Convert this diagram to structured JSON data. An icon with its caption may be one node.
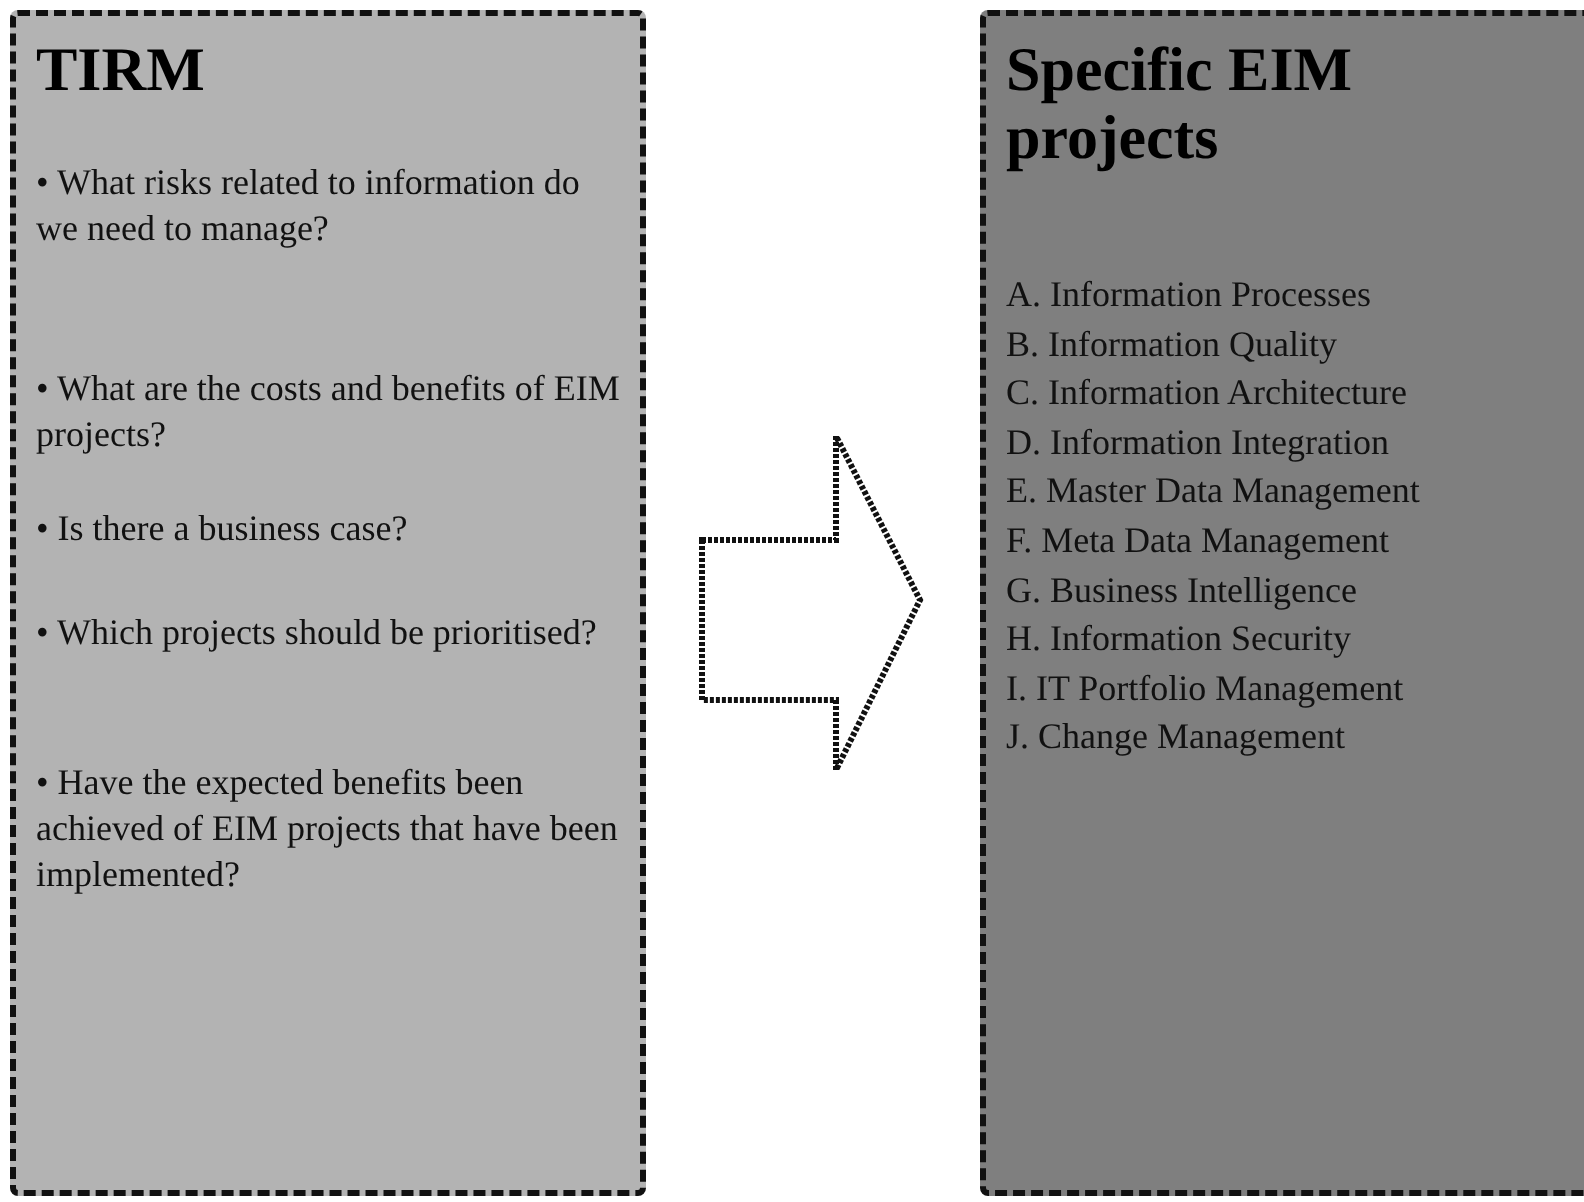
{
  "diagram": {
    "nodes": [
      {
        "text": [
          "TIRM",
          "• What risks related to information do we need to manage?",
          "• What are the costs and benefits of EIM projects?",
          "• Is there a business case?",
          "• Which projects should be prioritised?",
          "• Have the expected benefits been achieved of EIM projects that have been implemented?"
        ]
      },
      {
        "text": [
          "Specific EIM projects",
          "A. Information Processes",
          "B. Information Quality",
          "C. Information Architecture",
          "D. Information Integration",
          "E. Master Data Management",
          "F. Meta Data Management",
          "G. Business Intelligence",
          "H. Information Security",
          "I. IT Portfolio Management",
          "J. Change Management"
        ]
      }
    ],
    "edges": [
      {
        "from": 0,
        "to": 1,
        "arrow": "to"
      }
    ]
  }
}
